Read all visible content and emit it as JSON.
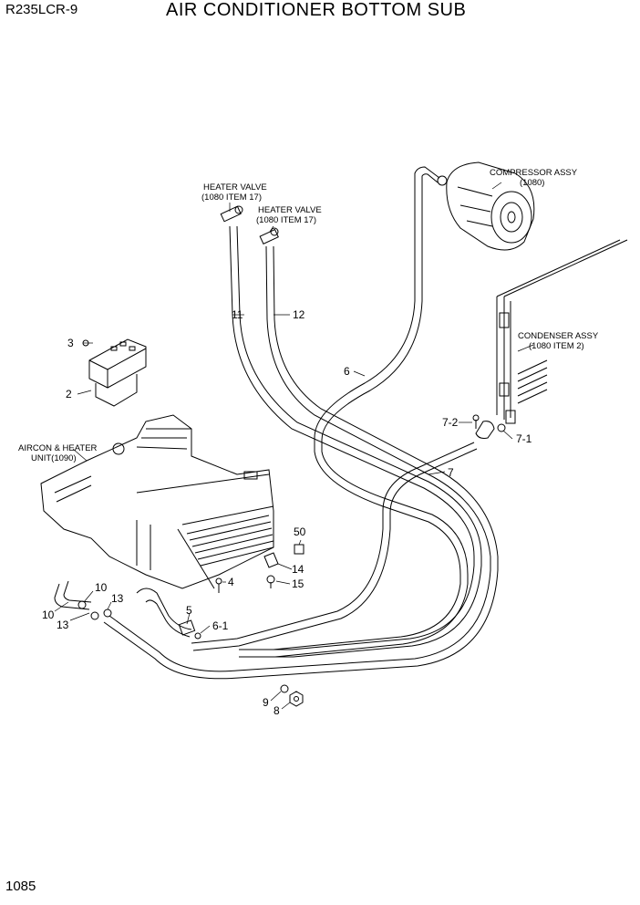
{
  "header": {
    "model": "R235LCR-9",
    "title": "AIR CONDITIONER BOTTOM SUB"
  },
  "footer": {
    "page_number": "1085"
  },
  "captions": {
    "heater_valve_1": [
      "HEATER VALVE",
      "(1080 ITEM 17)"
    ],
    "heater_valve_2": [
      "HEATER VALVE",
      "(1080 ITEM 17)"
    ],
    "compressor": [
      "COMPRESSOR ASSY",
      "(1080)"
    ],
    "condenser": [
      "CONDENSER ASSY",
      "(1080 ITEM 2)"
    ],
    "aircon_unit": [
      "AIRCON & HEATER",
      "UNIT(1090)"
    ]
  },
  "callouts": {
    "c2": "2",
    "c3": "3",
    "c4": "4",
    "c5": "5",
    "c6": "6",
    "c6_1": "6-1",
    "c7": "7",
    "c7_1": "7-1",
    "c7_2": "7-2",
    "c8": "8",
    "c9": "9",
    "c10a": "10",
    "c10b": "10",
    "c11": "11",
    "c12": "12",
    "c13a": "13",
    "c13b": "13",
    "c14": "14",
    "c15": "15",
    "c50": "50"
  }
}
